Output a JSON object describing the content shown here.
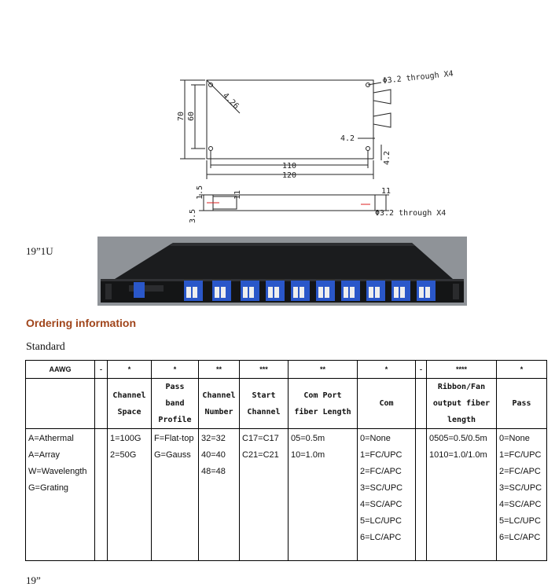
{
  "drawing": {
    "hole_note_top": "Φ3.2 through X4",
    "hole_note_side": "Φ3.2 through X4",
    "dim_4_26": "4.26",
    "dim_70": "70",
    "dim_60": "60",
    "dim_4_2_h": "4.2",
    "dim_4_2_v": "4.2",
    "dim_110": "110",
    "dim_120": "120",
    "dim_15": "1.5",
    "dim_11_left": "11",
    "dim_35": "3.5",
    "dim_11_right": "11"
  },
  "label_1u": "19”1U",
  "heading": "Ordering information",
  "subheading": "Standard",
  "table": {
    "codes": [
      "AAWG",
      "-",
      "*",
      "*",
      "**",
      "***",
      "**",
      "*",
      "-",
      "****",
      "*"
    ],
    "headers": [
      "",
      "",
      "Channel Space",
      "Pass band Profile",
      "Channel Number",
      "Start Channel",
      "Com Port fiber Length",
      "Com",
      "",
      "Ribbon/Fan output fiber length",
      "Pass"
    ],
    "options": [
      [
        "A=Athermal",
        "A=Array",
        "W=Wavelength",
        "G=Grating"
      ],
      [],
      [
        "1=100G",
        "2=50G"
      ],
      [
        "F=Flat-top",
        "G=Gauss"
      ],
      [
        "32=32",
        "40=40",
        "48=48"
      ],
      [
        "C17=C17",
        "C21=C21"
      ],
      [
        "05=0.5m",
        "10=1.0m"
      ],
      [
        "0=None",
        "1=FC/UPC",
        "2=FC/APC",
        "3=SC/UPC",
        "4=SC/APC",
        "5=LC/UPC",
        "6=LC/APC"
      ],
      [],
      [
        "0505=0.5/0.5m",
        "1010=1.0/1.0m"
      ],
      [
        "0=None",
        "1=FC/UPC",
        "2=FC/APC",
        "3=SC/UPC",
        "4=SC/APC",
        "5=LC/UPC",
        "6=LC/APC"
      ]
    ]
  },
  "label_19": "19”"
}
